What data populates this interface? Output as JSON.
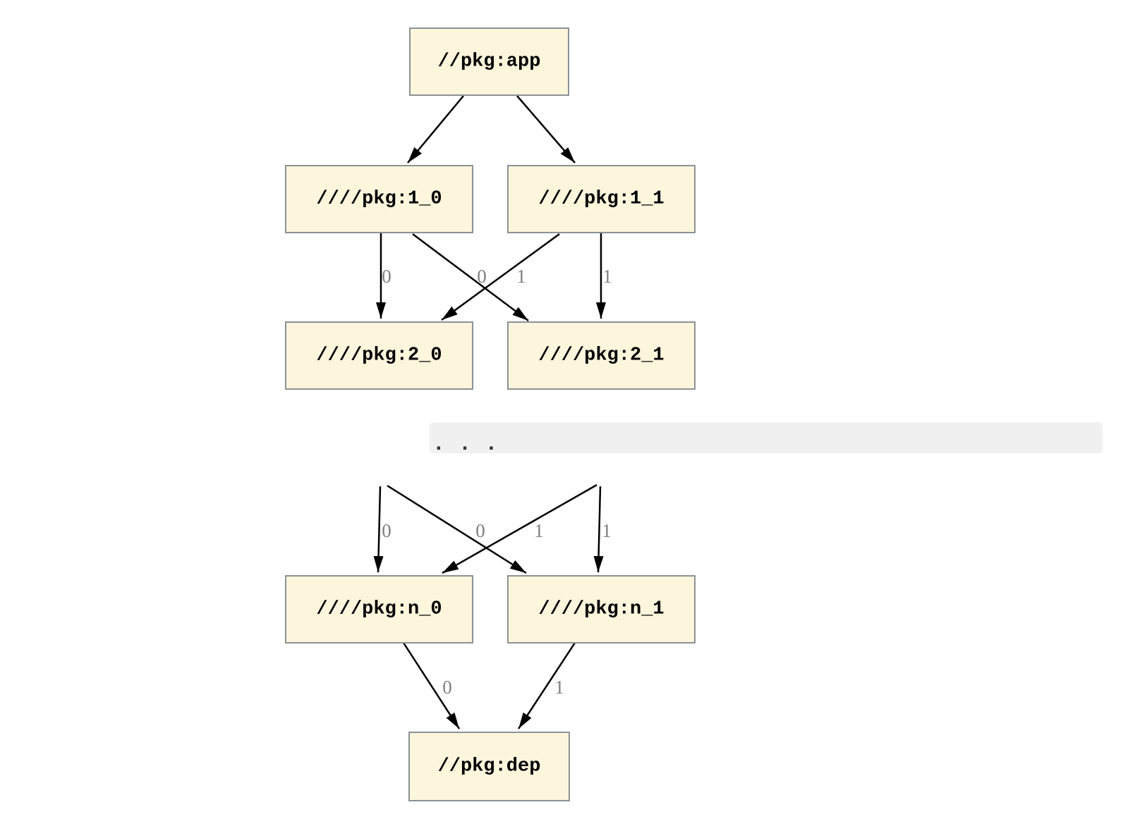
{
  "nodes": {
    "app": {
      "label": "//pkg:app"
    },
    "l1_0": {
      "label": "////pkg:1_0"
    },
    "l1_1": {
      "label": "////pkg:1_1"
    },
    "l2_0": {
      "label": "////pkg:2_0"
    },
    "l2_1": {
      "label": "////pkg:2_1"
    },
    "ln_0": {
      "label": "////pkg:n_0"
    },
    "ln_1": {
      "label": "////pkg:n_1"
    },
    "dep": {
      "label": "//pkg:dep"
    }
  },
  "ellipsis": {
    "label": ". . ."
  },
  "edges": [
    {
      "from": "//pkg:app",
      "to": "////pkg:1_0",
      "label": ""
    },
    {
      "from": "//pkg:app",
      "to": "////pkg:1_1",
      "label": ""
    },
    {
      "from": "////pkg:1_0",
      "to": "////pkg:2_0",
      "label": "0"
    },
    {
      "from": "////pkg:1_1",
      "to": "////pkg:2_0",
      "label": "0"
    },
    {
      "from": "////pkg:1_0",
      "to": "////pkg:2_1",
      "label": "1"
    },
    {
      "from": "////pkg:1_1",
      "to": "////pkg:2_1",
      "label": "1"
    },
    {
      "from": "...",
      "to": "////pkg:n_0",
      "label": "0"
    },
    {
      "from": "...",
      "to": "////pkg:n_0",
      "label": "0"
    },
    {
      "from": "...",
      "to": "////pkg:n_1",
      "label": "1"
    },
    {
      "from": "...",
      "to": "////pkg:n_1",
      "label": "1"
    },
    {
      "from": "////pkg:n_0",
      "to": "//pkg:dep",
      "label": "0"
    },
    {
      "from": "////pkg:n_1",
      "to": "//pkg:dep",
      "label": "1"
    }
  ],
  "colors": {
    "node_fill": "#fdf6dd",
    "node_border": "#8c9196",
    "edge": "#000000",
    "edge_label": "#7f7f7f",
    "ellipsis_band": "#f0f0f0",
    "ellipsis_text": "#333333",
    "background": "#ffffff"
  }
}
